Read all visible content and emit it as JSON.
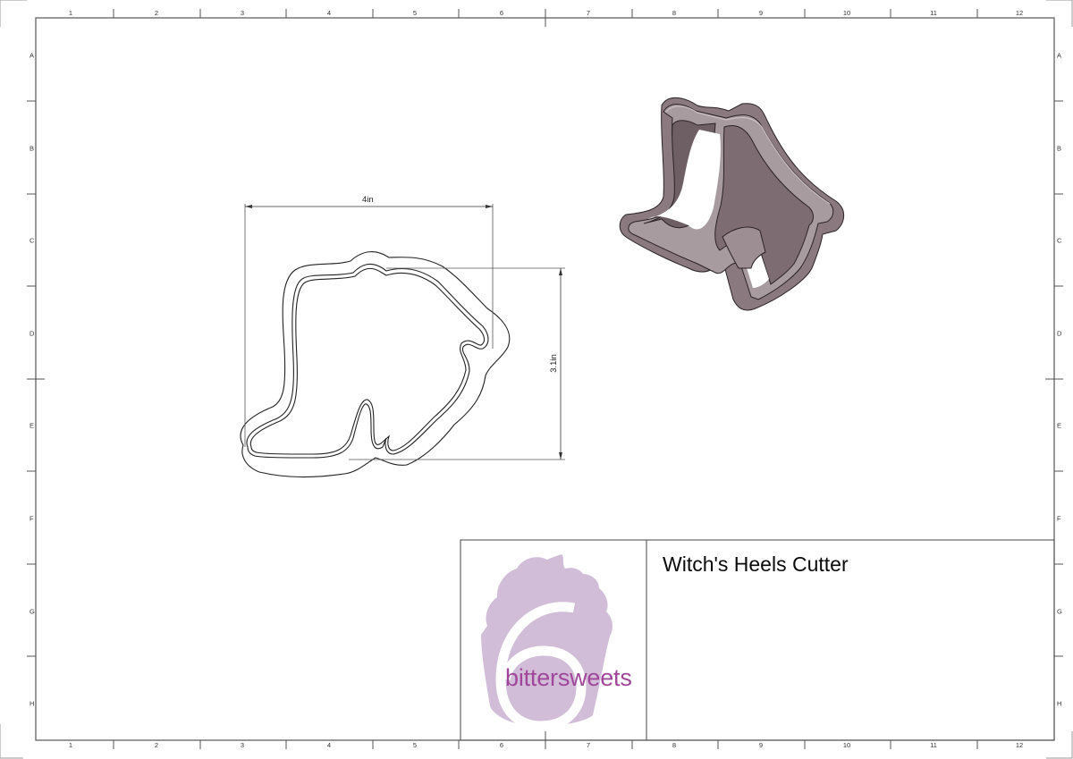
{
  "drawing": {
    "title": "Witch's Heels Cutter",
    "brand_name": "bittersweets",
    "brand_mark": "6",
    "brand_colors": {
      "cupcake": "#d1bdd8",
      "text": "#a0479b"
    },
    "dimensions": {
      "width": "4in",
      "height": "3.1in"
    },
    "part_color": "#7d6a70"
  },
  "frame": {
    "columns": [
      "1",
      "2",
      "3",
      "4",
      "5",
      "6",
      "7",
      "8",
      "9",
      "10",
      "11",
      "12"
    ],
    "rows": [
      "A",
      "B",
      "C",
      "D",
      "E",
      "F",
      "G",
      "H"
    ]
  },
  "views": {
    "top_view": "cookie-cutter-outline-2d",
    "iso_view": "cookie-cutter-isometric-3d"
  }
}
